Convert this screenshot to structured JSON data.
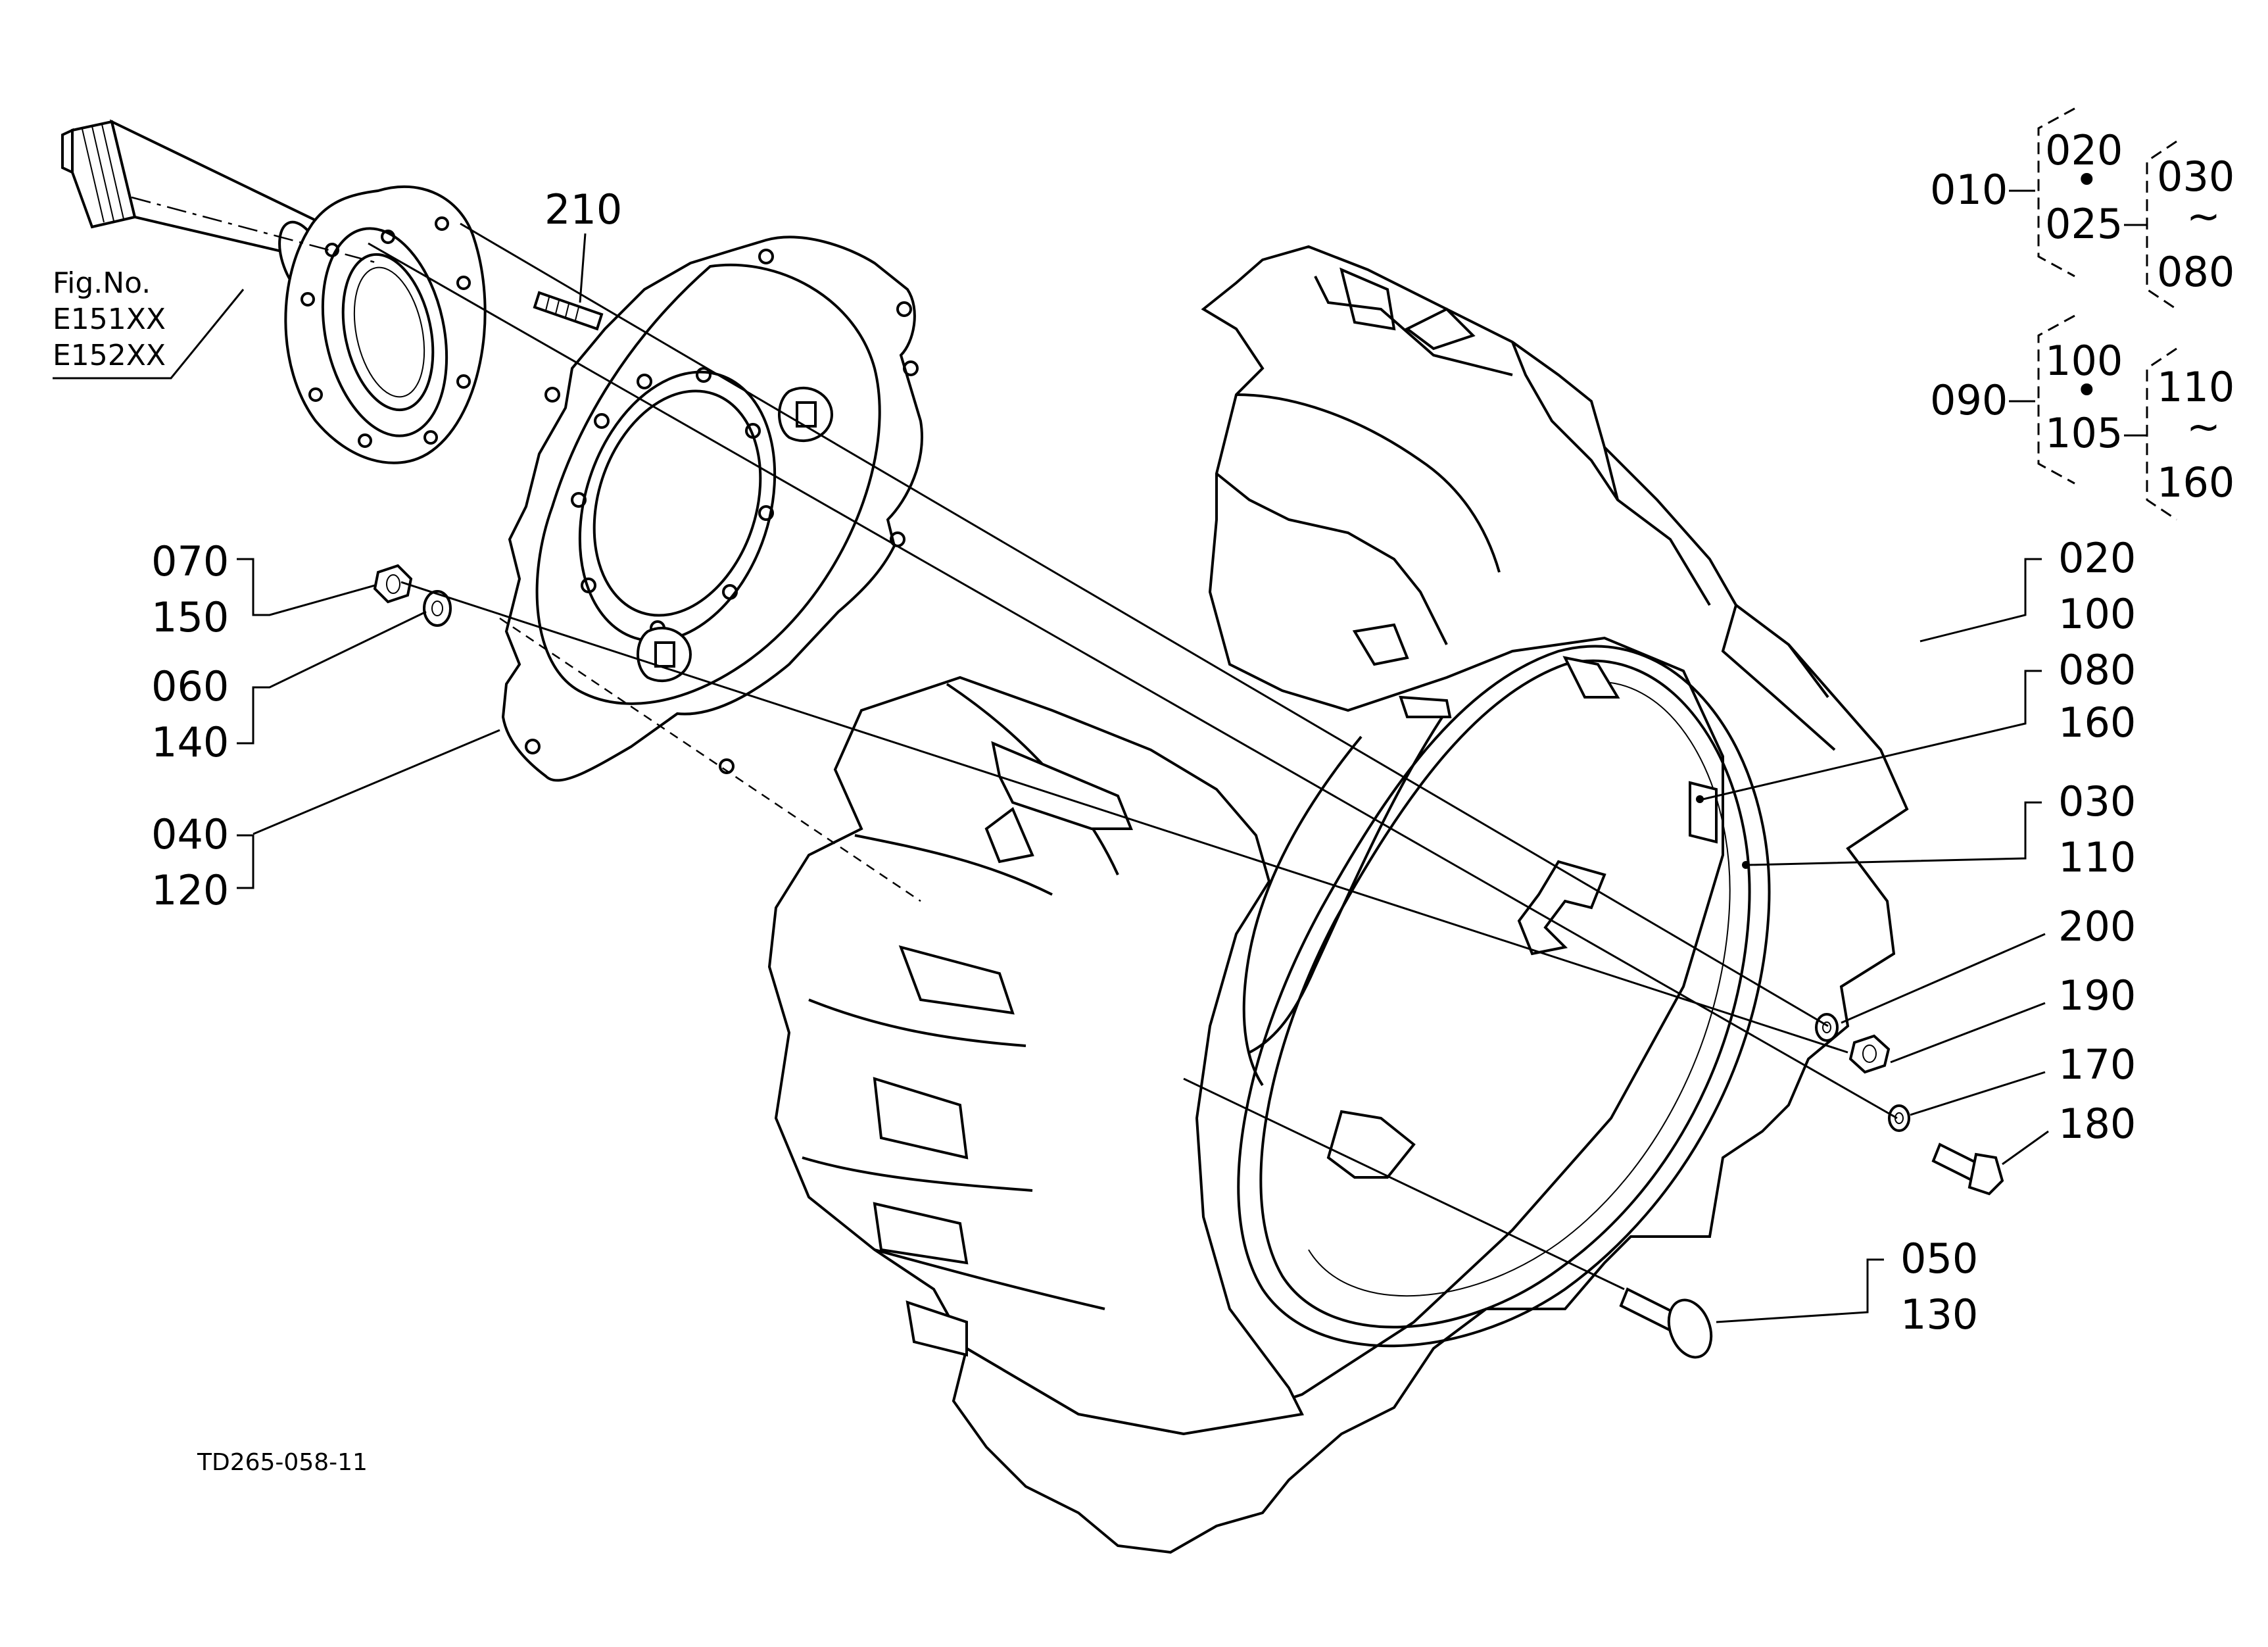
{
  "figure": {
    "ref_title": "Fig.No.",
    "ref_lines": [
      "E151XX",
      "E152XX"
    ],
    "code": "TD265-058-11"
  },
  "groups": {
    "group1": {
      "root": "010",
      "mid_top": "020",
      "dot": "•",
      "mid_bot": "025",
      "range_top": "030",
      "tilde": "~",
      "range_bot": "080"
    },
    "group2": {
      "root": "090",
      "mid_top": "100",
      "dot": "•",
      "mid_bot": "105",
      "range_top": "110",
      "tilde": "~",
      "range_bot": "160"
    }
  },
  "callouts": {
    "stud": "210",
    "nut_pair": [
      "070",
      "150"
    ],
    "washer_pair": [
      "060",
      "140"
    ],
    "disc_pair": [
      "040",
      "120"
    ],
    "tire_pair": [
      "020",
      "100"
    ],
    "valve_pair": [
      "080",
      "160"
    ],
    "rim_pair": [
      "030",
      "110"
    ],
    "lock_washer": "200",
    "nut": "190",
    "spring_washer": "170",
    "bolt": "180",
    "carriage_bolt_pair": [
      "050",
      "130"
    ]
  }
}
